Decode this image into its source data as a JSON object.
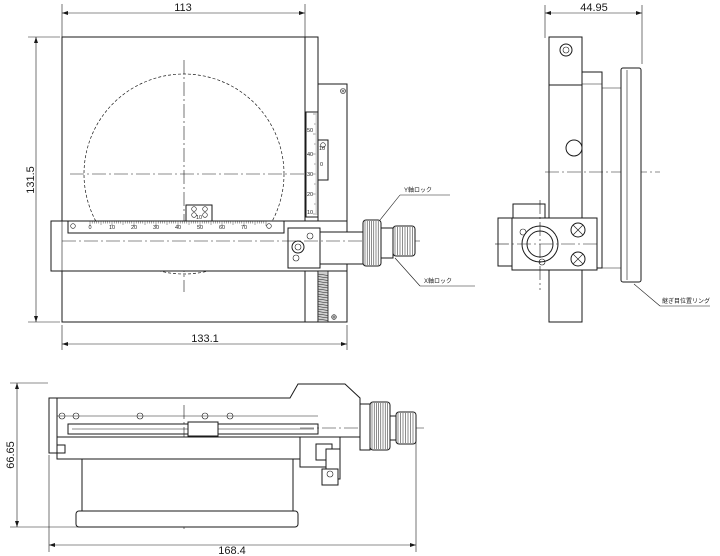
{
  "dimensions": {
    "top_width": "113",
    "total_height": "131.5",
    "base_width": "133.1",
    "side_depth": "44.95",
    "front_height": "66.65",
    "front_width": "168.4"
  },
  "scale_x": {
    "ticks": [
      "0",
      "10",
      "20",
      "30",
      "40",
      "50",
      "60",
      "70"
    ]
  },
  "scale_y": {
    "ticks": [
      "50",
      "40",
      "30",
      "20",
      "10"
    ],
    "vernier": [
      "10",
      "0"
    ],
    "slider_marks": [
      "10",
      "0"
    ]
  },
  "callouts": {
    "y_lock": "Y軸ロック",
    "x_lock": "X軸ロック",
    "side_note": "継ぎ目位置リング"
  },
  "colors": {
    "line": "#1a1a1a",
    "shade": "#cfcfcf",
    "background": "#ffffff"
  }
}
